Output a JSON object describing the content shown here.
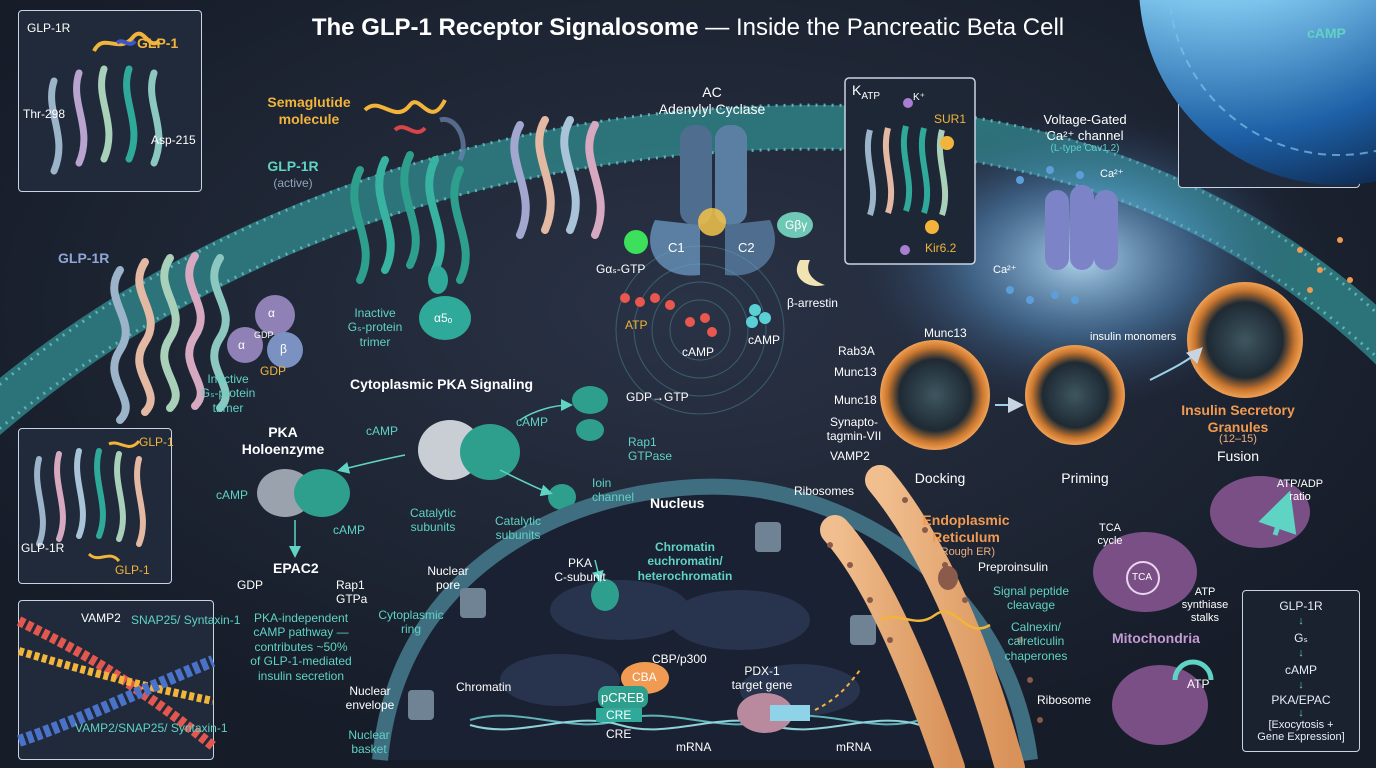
{
  "title": {
    "bold": "The GLP-1 Receptor Signalosome",
    "rest": " — Inside the Pancreatic Beta Cell"
  },
  "insets": {
    "receptor": {
      "glp1r": "GLP-1R",
      "glp1": "GLP-1",
      "thr": "Thr-298",
      "asp": "Asp-215"
    },
    "complex": {
      "glp1_top": "GLP-1",
      "glp1r": "GLP-1R",
      "glp1_bottom": "GLP-1"
    },
    "snare": {
      "vamp2": "VAMP2",
      "snap": "SNAP25/\nSyntaxin-1",
      "bottom": "VAMP2/SNAP25/\nSyntaxin-1"
    },
    "camp": "cAMP"
  },
  "membrane": {
    "glp1r_left": "GLP-1R",
    "gprotein_alpha": "α",
    "gprotein_gdp_small": "GDP",
    "gprotein_beta": "β",
    "gprotein_gdp": "GDP",
    "inactive_left": "Inactive\nGₛ-protein\ntrimer",
    "semaglutide": "Semaglutide\nmolecule",
    "glp1r_active": "GLP-1R",
    "glp1r_active_sub": "(active)",
    "inactive_mid": "Inactive\nGₛ-protein\ntrimer",
    "alpha_s": "α5ₒ",
    "ac_title": "AC\nAdenylyl Cyclase",
    "c1": "C1",
    "c2": "C2",
    "gas_gtp": "Gαₛ-GTP",
    "gby": "Gβγ",
    "atp": "ATP",
    "camp_center": "cAMP",
    "camp_right": "cAMP",
    "barrestin": "β-arrestin",
    "katp": "K",
    "katp_sub": "ATP",
    "k_ion": "K⁺",
    "sur1": "SUR1",
    "kir": "Kir6.2",
    "vgcc": "Voltage-Gated\nCa²⁺ channel",
    "vgcc_sub": "(L-type Cav1.2)",
    "ca_right": "Ca²⁺",
    "ca_left": "Ca²⁺"
  },
  "pka": {
    "heading": "Cytoplasmic PKA Signaling",
    "holoenzyme": "PKA\nHoloenzyme",
    "camp_top": "cAMP",
    "camp_left": "cAMP",
    "camp_right": "cAMP",
    "camp_arrow": "cAMP",
    "gdp_gtp": "GDP→GTP",
    "rap1": "Rap1\nGTPase",
    "catalytic1": "Catalytic\nsubunits",
    "ion_channel": "Ioin\nchannel",
    "catalytic2": "Catalytic\nsubunits",
    "epac2": "EPAC2",
    "epac_gdp": "GDP",
    "epac_rap": "Rap1\nGTPa",
    "epac_note": "PKA-independent\ncAMP pathway —\ncontributes ~50%\nof GLP-1-mediated\ninsulin secretion"
  },
  "nucleus": {
    "title": "Nucleus",
    "chromatin_title": "Chromatin\neuchromatin/\nheterochromatin",
    "nuclear_pore": "Nuclear\npore",
    "cyto_ring": "Cytoplasmic\nring",
    "pka_c": "PKA\nC-subunit",
    "cbp": "CBP/p300",
    "cba": "CBA",
    "pcreb": "pCREB",
    "cre_box": "CRE",
    "cre": "CRE",
    "chromatin": "Chromatin",
    "pdx1": "PDX-1\ntarget gene",
    "mrna_left": "mRNA",
    "mrna_right": "mRNA",
    "envelope": "Nuclear\nenvelope",
    "basket": "Nuclear\nbasket"
  },
  "er": {
    "ribosomes": "Ribosomes",
    "title": "Endoplasmic\nReticulum",
    "sub": "(Rough ER)",
    "preproinsulin": "Preproinsulin",
    "signal": "Signal peptide\ncleavage",
    "calnexin": "Calnexin/\ncalreticulin\nchaperones",
    "ribosome": "Ribosome"
  },
  "exocytosis": {
    "munc13_top": "Munc13",
    "rab3a": "Rab3A",
    "munc13": "Munc13",
    "munc18": "Munc18",
    "synapto": "Synapto-\ntagmin-VII",
    "vamp2": "VAMP2",
    "docking": "Docking",
    "priming": "Priming",
    "insulin_monomers": "insulin monomers",
    "granules": "Insulin Secretory\nGranules",
    "granules_sub": "(12–15)",
    "fusion": "Fusion"
  },
  "mito": {
    "tca_cycle": "TCA\ncycle",
    "tca": "TCA",
    "atp_synthase": "ATP\nsynthiase\nstalks",
    "atp_adp": "ATP/ADP\nratio",
    "title": "Mitochondria",
    "atp": "ATP"
  },
  "flow": [
    "GLP-1R",
    "Gₛ",
    "cAMP",
    "PKA/EPAC",
    "[Exocytosis +\nGene Expression]"
  ],
  "colors": {
    "background": "#1c2331",
    "membrane": "#2f7c82",
    "teal": "#5fd3c4",
    "gold": "#f2b43a",
    "orange": "#f09a52",
    "purple": "#7a4f86",
    "er": "#e9b07f"
  }
}
